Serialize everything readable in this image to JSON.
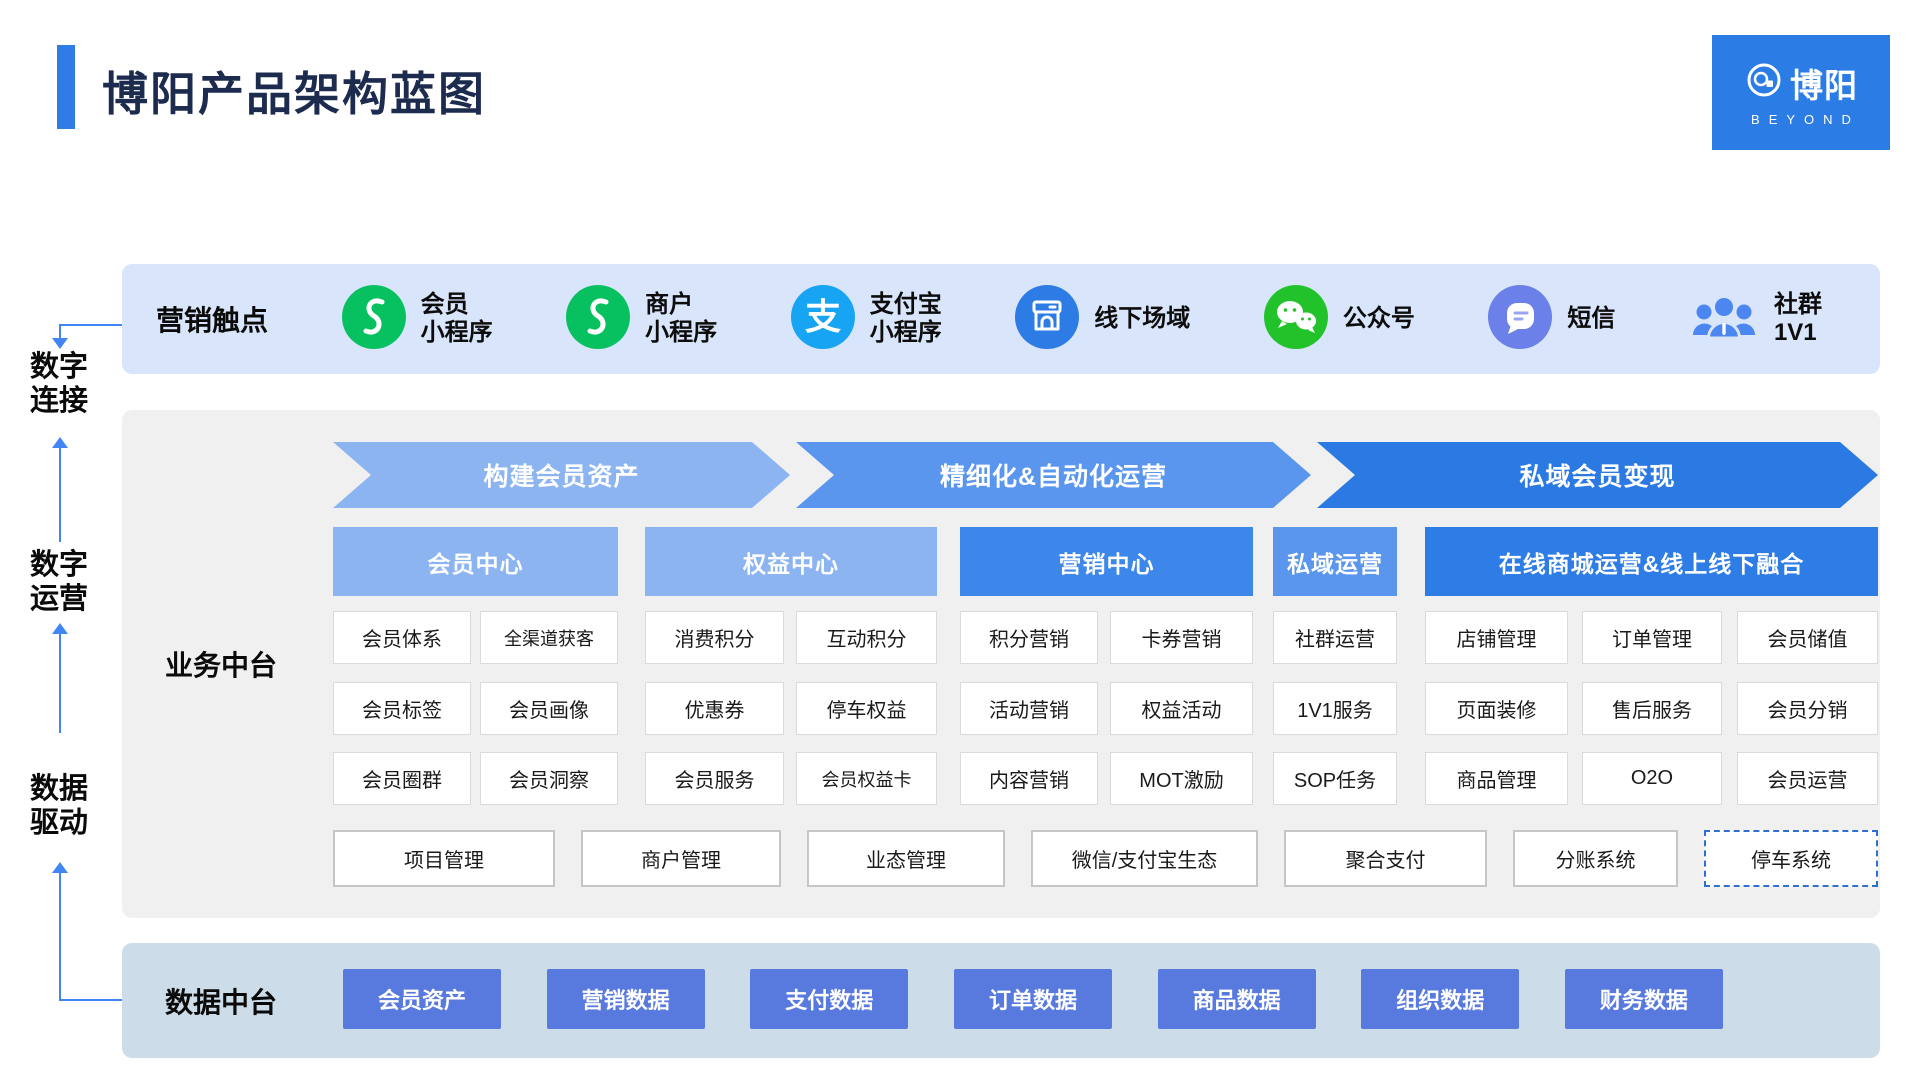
{
  "title": "博阳产品架构蓝图",
  "logo": {
    "name": "博阳",
    "subtitle": "BEYOND"
  },
  "left_rail": {
    "labels": [
      "数字\n连接",
      "数字\n运营",
      "数据\n驱动"
    ]
  },
  "touchpoints": {
    "label": "营销触点",
    "items": [
      {
        "icon": "miniprogram-icon",
        "label": "会员\n小程序"
      },
      {
        "icon": "miniprogram-icon",
        "label": "商户\n小程序"
      },
      {
        "icon": "alipay-icon",
        "label": "支付宝\n小程序"
      },
      {
        "icon": "store-icon",
        "label": "线下场域"
      },
      {
        "icon": "wechat-icon",
        "label": "公众号"
      },
      {
        "icon": "sms-icon",
        "label": "短信"
      },
      {
        "icon": "group-icon",
        "label": "社群\n1V1"
      }
    ]
  },
  "business": {
    "label": "业务中台",
    "banners": [
      "构建会员资产",
      "精细化&自动化运营",
      "私域会员变现"
    ],
    "columns": [
      {
        "header": "会员中心",
        "cells": [
          "会员体系",
          "全渠道获客",
          "会员标签",
          "会员画像",
          "会员圈群",
          "会员洞察"
        ]
      },
      {
        "header": "权益中心",
        "cells": [
          "消费积分",
          "互动积分",
          "优惠券",
          "停车权益",
          "会员服务",
          "会员权益卡"
        ]
      },
      {
        "header": "营销中心",
        "cells": [
          "积分营销",
          "卡券营销",
          "活动营销",
          "权益活动",
          "内容营销",
          "MOT激励"
        ]
      },
      {
        "header": "私域运营",
        "cells": [
          "社群运营",
          "1V1服务",
          "SOP任务"
        ]
      },
      {
        "header": "在线商城运营&线上线下融合",
        "cells": [
          "店铺管理",
          "订单管理",
          "会员储值",
          "页面装修",
          "售后服务",
          "会员分销",
          "商品管理",
          "O2O",
          "会员运营"
        ]
      }
    ],
    "utility": [
      "项目管理",
      "商户管理",
      "业态管理",
      "微信/支付宝生态",
      "聚合支付",
      "分账系统",
      "停车系统"
    ]
  },
  "data_platform": {
    "label": "数据中台",
    "boxes": [
      "会员资产",
      "营销数据",
      "支付数据",
      "订单数据",
      "商品数据",
      "组织数据",
      "财务数据"
    ]
  },
  "colors": {
    "accent": "#2f7ce6",
    "title_text": "#1d2b4f",
    "top_band_bg": "#d8e5fb",
    "mid_band_bg": "#f0f0f1",
    "bottom_band_bg": "#ccdde9",
    "banner_light": "#8cb4f1",
    "banner_medium": "#5b96ee",
    "banner_dark": "#2b7ae3",
    "header_marketing": "#3d87ea",
    "header_mall": "#2e7ce5",
    "data_box": "#5879de",
    "arrow": "#4286f5",
    "miniprogram_green": "#07c160",
    "wechat_green": "#22c32a",
    "alipay_blue": "#17a4f2",
    "sms_purple": "#6b80e8",
    "group_blue": "#4c86f0"
  }
}
